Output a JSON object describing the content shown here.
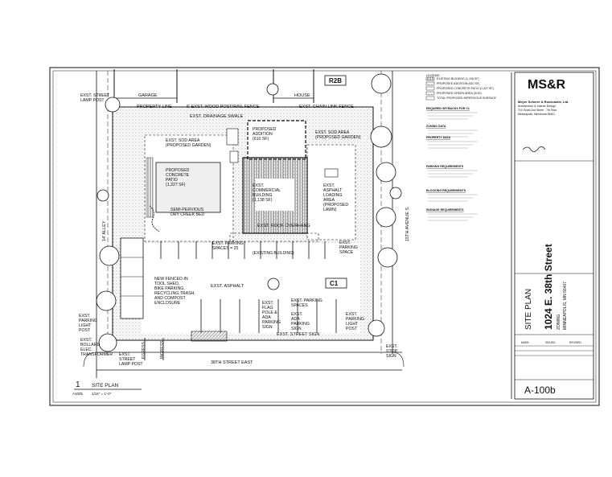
{
  "site_labels": {
    "garage": "GARAGE",
    "house": "HOUSE",
    "r2b": "R2B",
    "c1": "C1",
    "property_line": "PROPERTY LINE",
    "wood_fence": "6' EXST. WOOD POST/RAIL FENCE",
    "chain_fence": "EXST. CHAIN LINK FENCE",
    "drainage_swale": "EXST. DRAINAGE SWALE",
    "street_lamp_top": [
      "EXST. STREET",
      "LAMP POST"
    ],
    "sod_left": [
      "EXST. SOD AREA",
      "(PROPOSED GARDEN)"
    ],
    "sod_right": [
      "EXST. SOD AREA",
      "(PROPOSED GARDEN)"
    ],
    "proposed_addition": [
      "PROPOSED",
      "ADDITION",
      "(610 SF)"
    ],
    "patio": [
      "PROPOSED",
      "CONCRETE",
      "PATIO",
      "(1,327 SF)"
    ],
    "dry_creek": [
      "SEMI-PERVIOUS",
      "DRY CREEK BED"
    ],
    "commercial_building": [
      "EXST.",
      "COMMERCIAL",
      "BUILDING",
      "(1,138 SF)"
    ],
    "asphalt_loading": [
      "EXST.",
      "ASPHALT",
      "LOADING",
      "AREA",
      "(PROPOSED",
      "LAWN)"
    ],
    "alley": "14' ALLEY",
    "avenue": "15TH AVENUE S.",
    "roof_overhang": "EXST. ROOF OVERHANG",
    "existing_building": "(EXISTING BUILDING)",
    "parking_spaces_25": [
      "EXST. PARKING",
      "SPACES = 25"
    ],
    "parking_right": [
      "EXST.",
      "PARKING",
      "SPACE"
    ],
    "asphalt": "EXST. ASPHALT",
    "fenced_shed": [
      "NEW FENCED-IN",
      "TOOL SHED,",
      "BIKE PARKING,",
      "RECYCLING,TRASH,",
      "AND COMPOST",
      "ENCLOSURE"
    ],
    "flag_pole": [
      "EXST.",
      "FLAG",
      "POLE &",
      "ADA",
      "PARKING",
      "SIGN"
    ],
    "parking_spaces_lower": [
      "EXST. PARKING",
      "SPACES"
    ],
    "ada_parking": [
      "EXST.",
      "ADA",
      "PARKING",
      "SIGN"
    ],
    "parking_light_left": [
      "EXST.",
      "PARKING",
      "LIGHT",
      "POST"
    ],
    "parking_light_right": [
      "EXST.",
      "PARKING",
      "LIGHT",
      "POST"
    ],
    "bollard": [
      "EXST.",
      "BOLLARD"
    ],
    "elec_transformer": [
      "ELEC.",
      "TRANSFORMER"
    ],
    "street_lamp_bottom": [
      "EXST.",
      "STREET",
      "LAMP POST"
    ],
    "street_sign": "EXST. STREET SIGN",
    "stop_sign": [
      "EXST.",
      "STOP",
      "SIGN"
    ],
    "egress": "EGRESS",
    "ingress": "INGRESS",
    "street_38th": "38TH STREET EAST",
    "plan_number": "1",
    "plan_title": "SITE PLAN",
    "plan_ref": "A100b",
    "plan_scale": "1/16\" = 1'-0\""
  },
  "legend": {
    "heading": "LEGEND",
    "items": [
      {
        "label": "EXISTING BUILDING (1,138 SF)",
        "swatch": "hatch"
      },
      {
        "label": "PROPOSED ADDITION (610 SF)",
        "swatch": "dots"
      },
      {
        "label": "PROPOSED CONCRETE PATIO (1,327 SF)",
        "swatch": "plain"
      },
      {
        "label": "PROPOSED GREEN AREA (SOD)",
        "swatch": "dots"
      },
      {
        "label": "TOTAL PROPOSED IMPERVIOUS SURFACE",
        "swatch": "plain"
      }
    ],
    "sections": [
      "REQUIRED SETBACKS FOR C1",
      "ZONING DATA",
      "PROPERTY DATA",
      "PARKING REQUIREMENTS",
      "BLOCKING REQUIREMENTS",
      "SIGNAGE REQUIREMENTS"
    ]
  },
  "title_block": {
    "firm_logo": "MS&R",
    "firm_name": "Meyer Scherer & Rockcastle, Ltd.",
    "firm_sub": "Architecture & Interior Design",
    "firm_address": "710 South 2nd Street · 7th Floor",
    "firm_city": "Minneapolis, Minnesota 55401",
    "sheet_title": "SITE PLAN",
    "project_address": "1024 E. 38th Street",
    "project_sub": "ZONING",
    "project_city": "MINNEAPOLIS, MN 55407",
    "sheet_number": "A-100b",
    "revisions_header": [
      "MARK",
      "ISSUED",
      "REVISED"
    ]
  },
  "colors": {
    "ink": "#111111",
    "hatch": "#555555",
    "fill_gray": "#d9d9d9"
  }
}
